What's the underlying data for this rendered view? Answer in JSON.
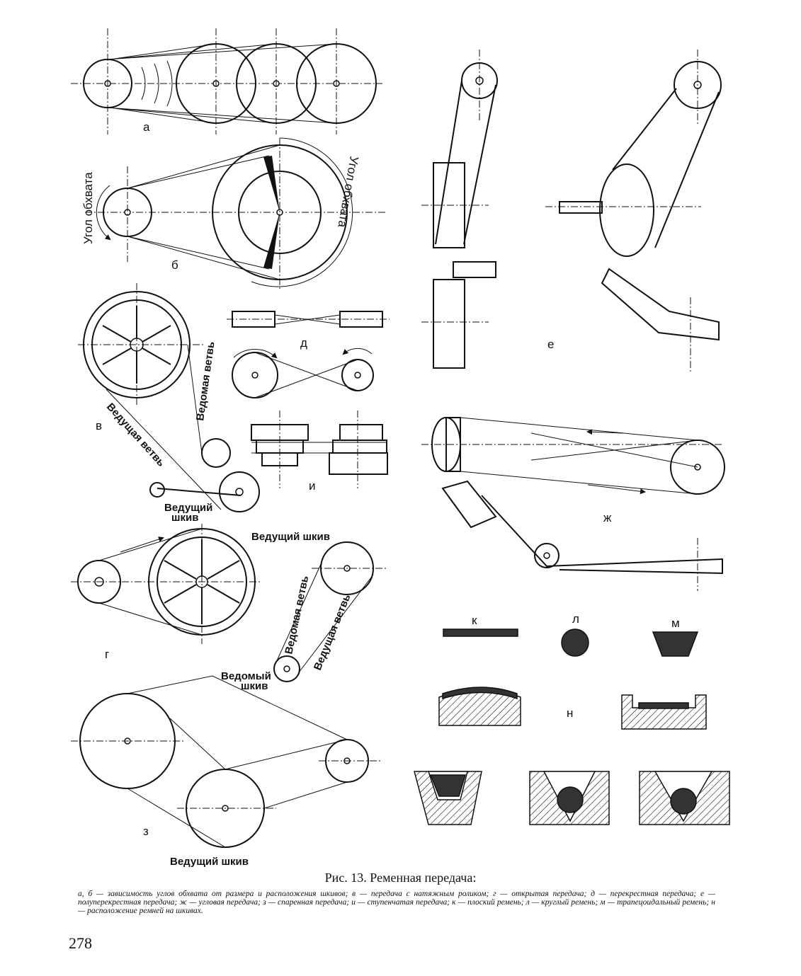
{
  "labels": {
    "a": "а",
    "b": "б",
    "v": "в",
    "g": "г",
    "d": "д",
    "e": "е",
    "zh": "ж",
    "z": "з",
    "i": "и",
    "k": "к",
    "l": "л",
    "m": "м",
    "n": "н"
  },
  "annotations": {
    "wrap_angle": "Угол обхвата",
    "driven_branch": "Ведомая ветвь",
    "driving_branch": "Ведущая ветвь",
    "driving_pulley": "Ведущий шкив",
    "driving_pulley_split_1": "Ведущий",
    "driving_pulley_split_2": "шкив",
    "driven_pulley_split_1": "Ведомый",
    "driven_pulley_split_2": "шкив"
  },
  "caption": {
    "title": "Рис. 13. Ременная передача:",
    "body": "а, б — зависимость углов обхвата от размера и расположения шкивов; в — передача с натяжным роликом; г — открытая передача; д — перекрестная передача; е — полуперекрестная передача; ж — угловая передача; з — спаренная передача; и — ступенчатая передача; к — плоский ремень; л — круглый ремень; м — трапецоидальный ремень; н — расположение ремней на шкивах."
  },
  "page_number": "278"
}
